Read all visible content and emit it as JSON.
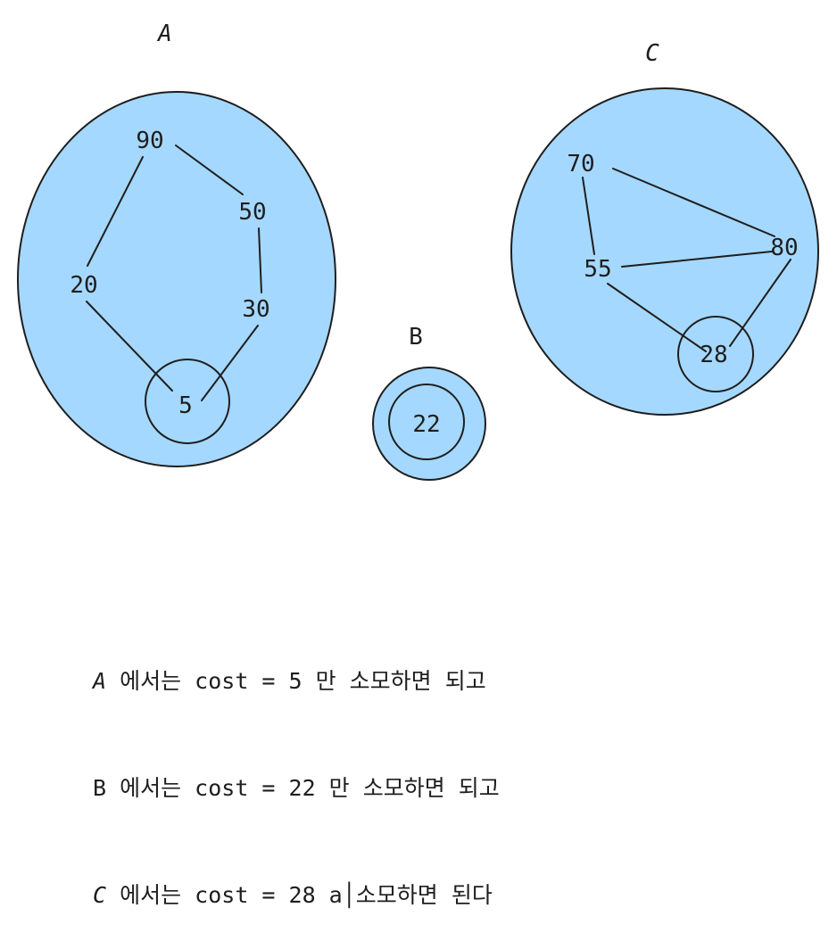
{
  "groups": [
    {
      "id": "A",
      "label": "A",
      "nodes": [
        "90",
        "50",
        "20",
        "30",
        "5"
      ],
      "highlight": "5"
    },
    {
      "id": "B",
      "label": "B",
      "nodes": [
        "22"
      ],
      "highlight": "22"
    },
    {
      "id": "C",
      "label": "C",
      "nodes": [
        "70",
        "80",
        "55",
        "28"
      ],
      "highlight": "28"
    }
  ],
  "notes": [
    {
      "group": "A",
      "text": " 에서는 cost = 5 만 소모하면 되고"
    },
    {
      "group": "B",
      "text": " 에서는 cost = 22 만 소모하면 되고"
    },
    {
      "group": "C",
      "text": " 에서는 cost = 28 a│소모하면 된다"
    }
  ],
  "colors": {
    "fill": "#a5d8ff",
    "stroke": "#1e1e1e"
  }
}
